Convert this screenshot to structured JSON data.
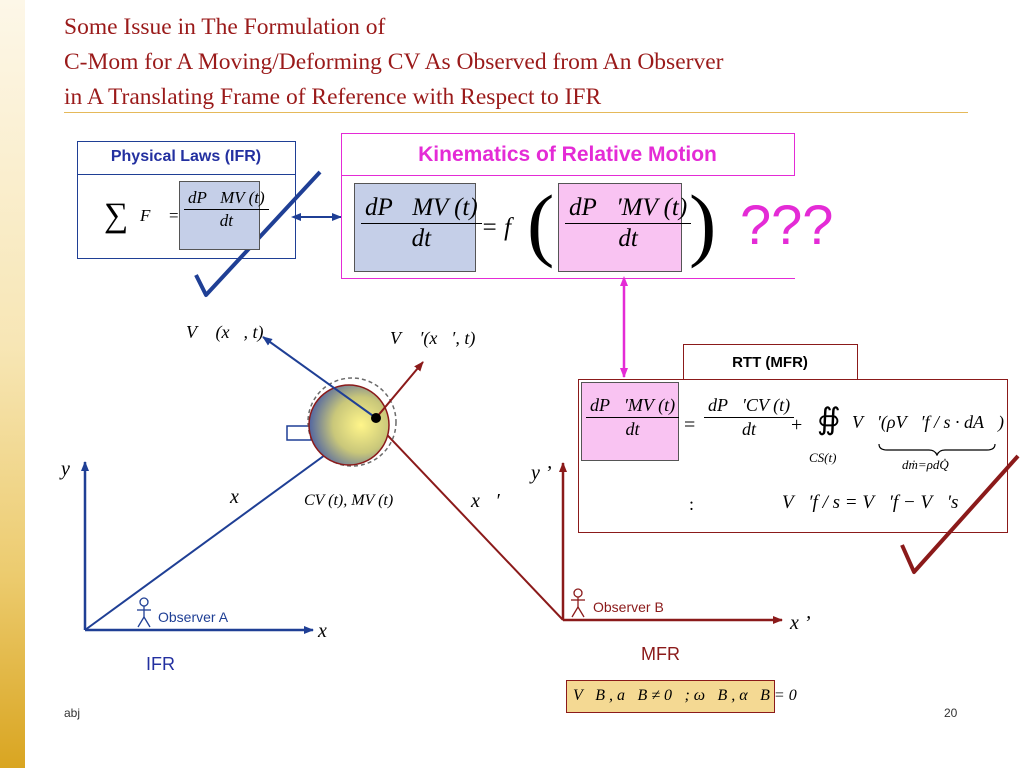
{
  "slide": {
    "title_lines": [
      "Some Issue in The Formulation of",
      "C-Mom for A Moving/Deforming CV As Observed from An Observer",
      "in A Translating Frame of Reference with Respect to IFR"
    ],
    "footer_left": "abj",
    "page_number": "20"
  },
  "physical_laws": {
    "label": "Physical Laws (IFR)",
    "sum_symbol": "∑",
    "lhs": "F⃗ =",
    "numerator": "dP⃗MV (t)",
    "denominator": "dt"
  },
  "kinematics": {
    "label": "Kinematics of Relative Motion",
    "lhs_numerator": "dP⃗MV (t)",
    "lhs_denominator": "dt",
    "equals_f": "= f",
    "rhs_numerator": "dP⃗′MV (t)",
    "rhs_denominator": "dt",
    "question_marks": "???"
  },
  "rtt": {
    "label": "RTT   (MFR)",
    "lhs_numerator": "dP⃗′MV (t)",
    "lhs_denominator": "dt",
    "equals": "=",
    "cv_numerator": "dP⃗′CV (t)",
    "cv_denominator": "dt",
    "plus": "+",
    "integral": "∯",
    "integral_sub": "CS(t)",
    "integrand": "V⃗′(ρV⃗′f / s · dA⃗)",
    "underbrace_note": "dṁ=ρdQ̇",
    "colon": ":",
    "relation": "V⃗′f / s = V⃗′f − V⃗′s"
  },
  "diagram": {
    "v_label": "V⃗ (x⃗, t)",
    "vprime_label": "V⃗ ′(x⃗′, t)",
    "cv_label": "CV (t),  MV (t)",
    "x_vec_label": "x⃗",
    "xprime_vec_label": "x⃗′",
    "y_axis_ifr": "y",
    "x_axis_ifr": "x",
    "y_axis_mfr": "y ’",
    "x_axis_mfr": "x ’",
    "observer_a": "Observer A",
    "observer_b": "Observer B",
    "ifr": "IFR",
    "mfr": "MFR",
    "mfr_conditions": "V⃗B , a⃗B ≠ 0⃗;  ω⃗B , α⃗B = 0⃗"
  },
  "colors": {
    "title": "#9a1a1a",
    "navy": "#1f3f95",
    "maroon": "#8b1a1a",
    "magenta": "#e42bd6",
    "label_blue": "#2330a0",
    "box_blue_fill": "#c5cfe8",
    "box_pink_fill": "#f9c3f2",
    "cond_fill": "#f4d993"
  },
  "icons": [
    "checkmark-icon",
    "person-icon",
    "double-arrow-icon"
  ]
}
